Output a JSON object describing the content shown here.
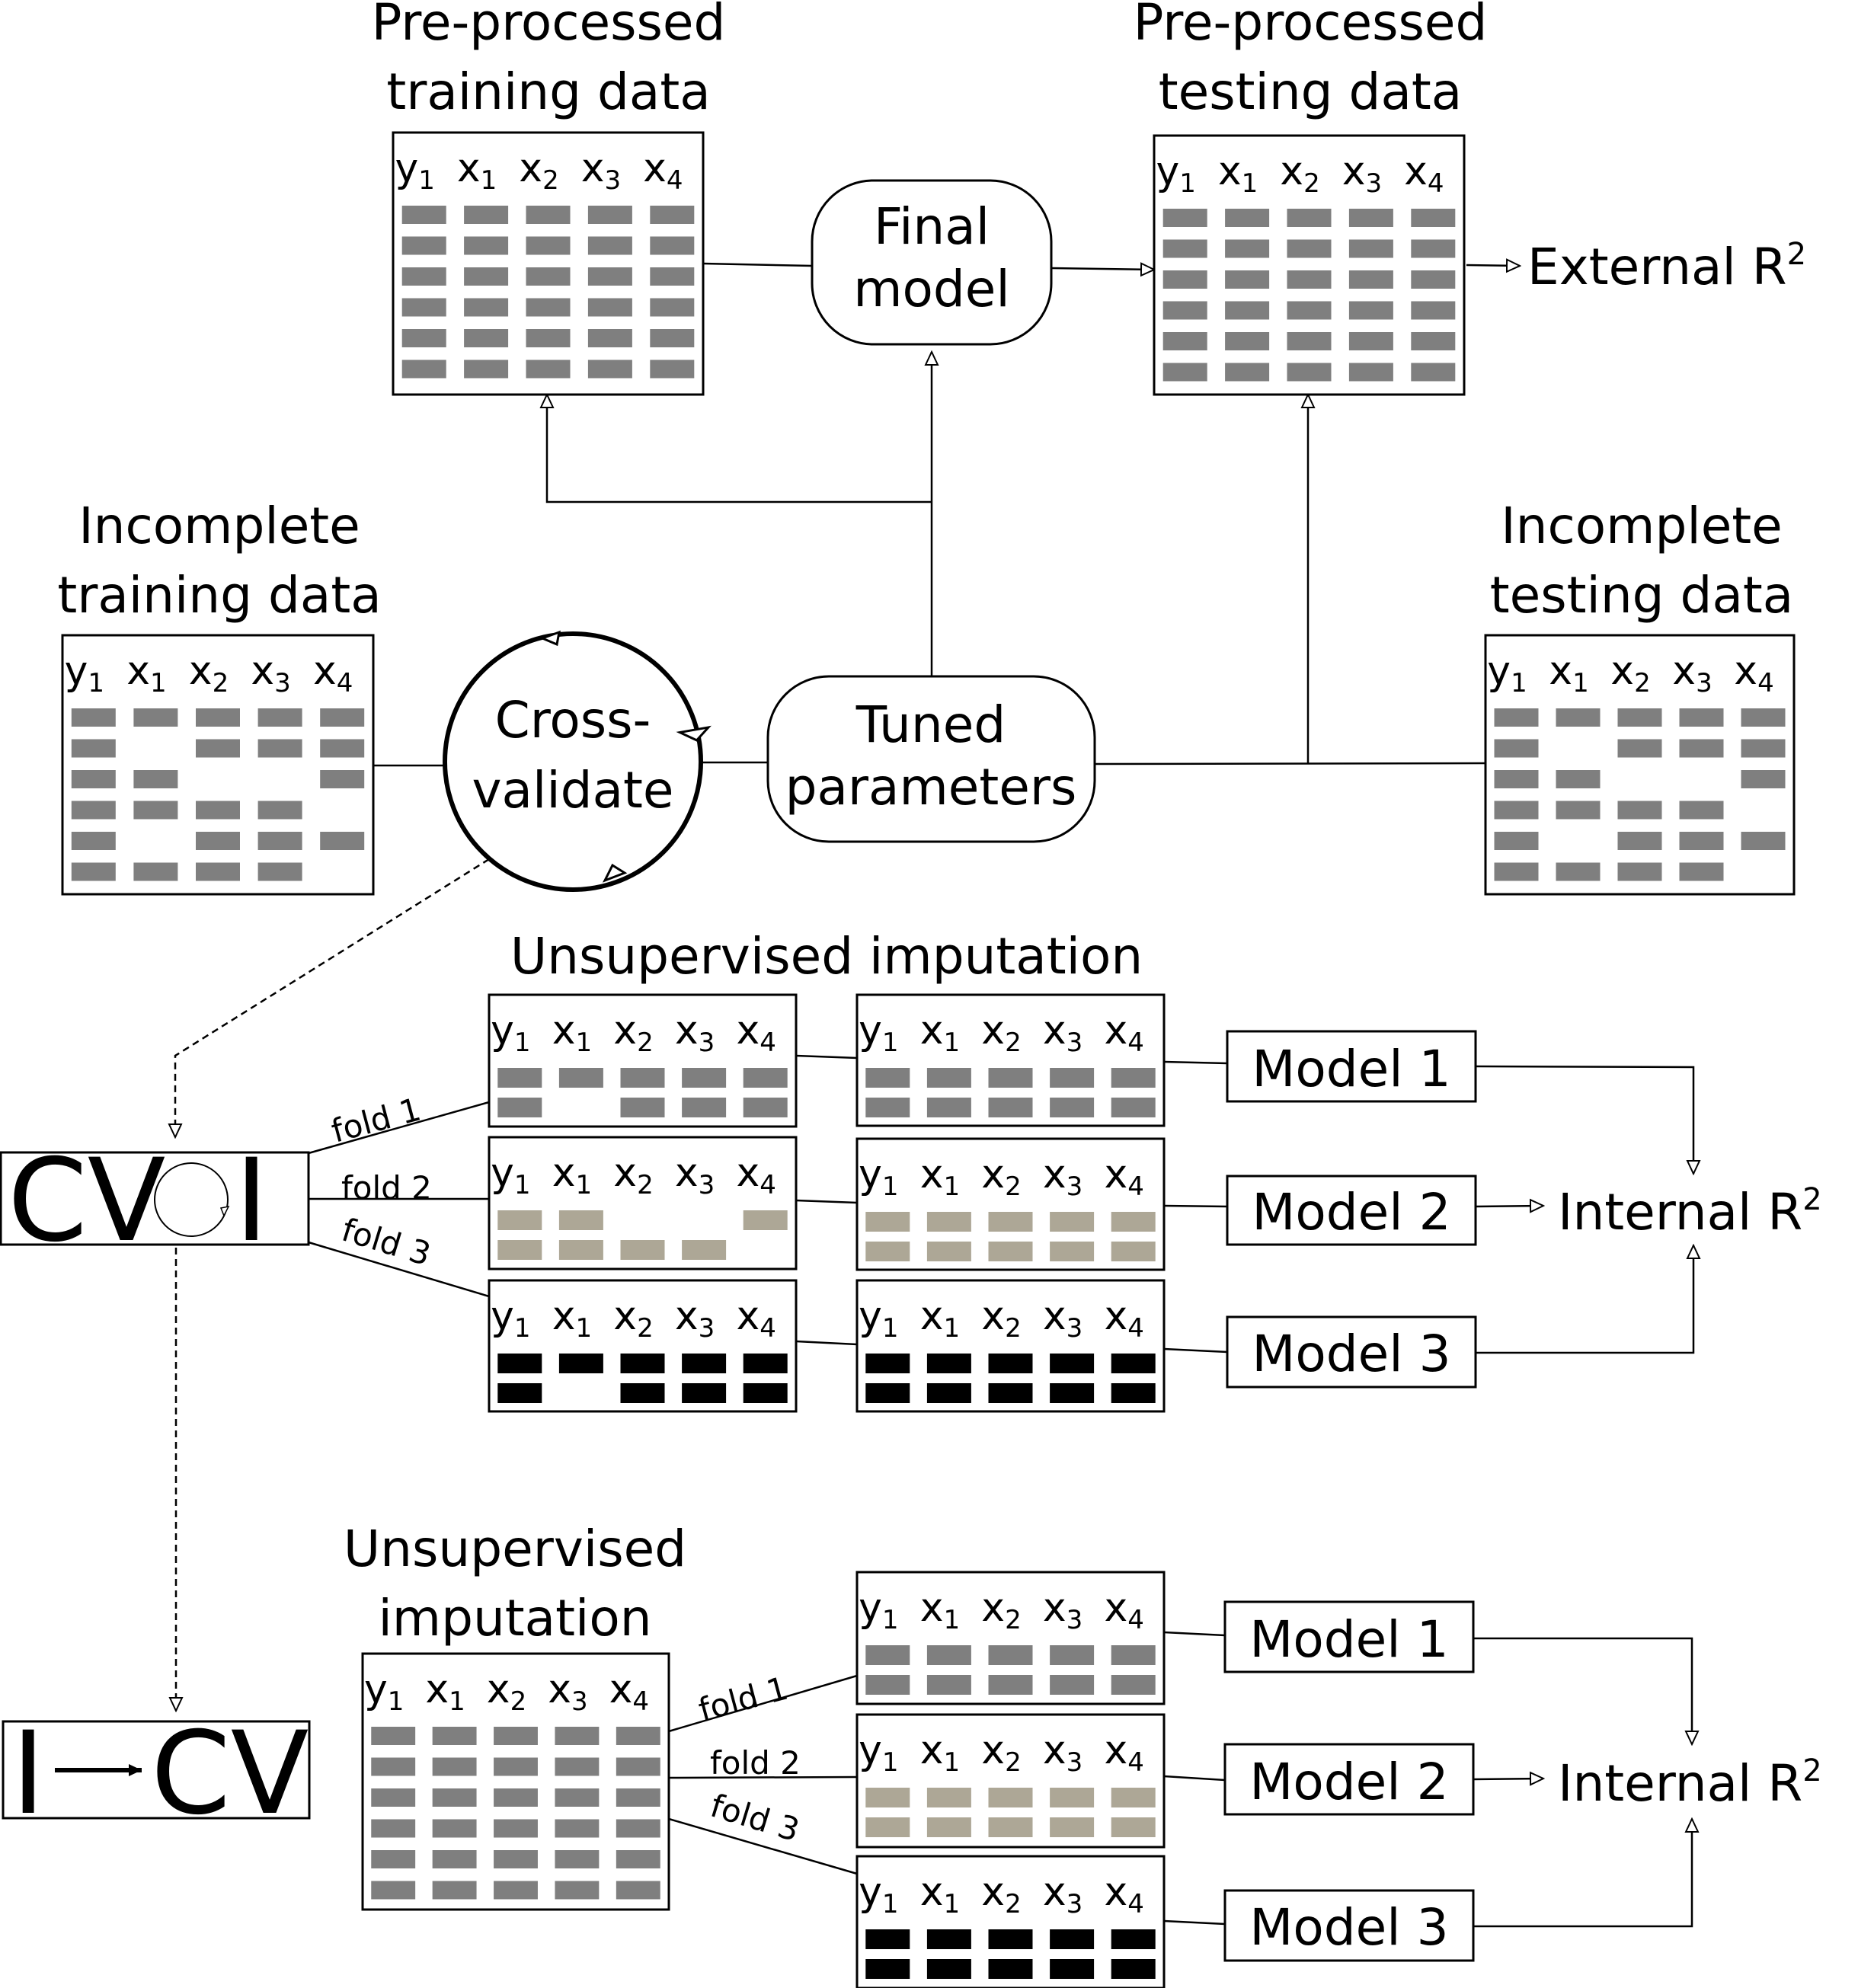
{
  "colors": {
    "gray_cell": "#7f7f7f",
    "tan_cell": "#ada796",
    "black_cell": "#000000",
    "line": "#000000",
    "background": "#ffffff"
  },
  "header_vars": [
    {
      "base": "y",
      "sub": "1"
    },
    {
      "base": "x",
      "sub": "1"
    },
    {
      "base": "x",
      "sub": "2"
    },
    {
      "base": "x",
      "sub": "3"
    },
    {
      "base": "x",
      "sub": "4"
    }
  ],
  "titles": {
    "preprocessed_training": [
      "Pre-processed",
      "training data"
    ],
    "preprocessed_testing": [
      "Pre-processed",
      "testing data"
    ],
    "incomplete_training": [
      "Incomplete",
      "training data"
    ],
    "incomplete_testing": [
      "Incomplete",
      "testing data"
    ],
    "unsupervised_imputation_1": "Unsupervised imputation",
    "unsupervised_imputation_2": [
      "Unsupervised",
      "imputation"
    ]
  },
  "nodes": {
    "final_model": [
      "Final",
      "model"
    ],
    "cross_validate": [
      "Cross-",
      "validate"
    ],
    "tuned_parameters": [
      "Tuned",
      "parameters"
    ],
    "external_r2": "External R",
    "internal_r2": "Internal R",
    "r2_exponent": "2"
  },
  "models": [
    "Model 1",
    "Model 2",
    "Model 3"
  ],
  "folds": [
    "fold 1",
    "fold 2",
    "fold 3"
  ],
  "strategies": {
    "cv_i": {
      "left": "CV",
      "right": "I"
    },
    "i_cv": {
      "left": "I",
      "right": "CV"
    }
  },
  "tables": {
    "complete_6": [
      [
        1,
        1,
        1,
        1,
        1
      ],
      [
        1,
        1,
        1,
        1,
        1
      ],
      [
        1,
        1,
        1,
        1,
        1
      ],
      [
        1,
        1,
        1,
        1,
        1
      ],
      [
        1,
        1,
        1,
        1,
        1
      ],
      [
        1,
        1,
        1,
        1,
        1
      ]
    ],
    "incomplete_6": [
      [
        1,
        1,
        1,
        1,
        1
      ],
      [
        1,
        0,
        1,
        1,
        1
      ],
      [
        1,
        1,
        0,
        0,
        1
      ],
      [
        1,
        1,
        1,
        1,
        0
      ],
      [
        1,
        0,
        1,
        1,
        1
      ],
      [
        1,
        1,
        1,
        1,
        0
      ]
    ],
    "fold_incomplete_2": [
      [
        1,
        1,
        1,
        1,
        1
      ],
      [
        1,
        0,
        1,
        1,
        1
      ]
    ],
    "fold_incomplete_2b": [
      [
        1,
        1,
        0,
        0,
        1
      ],
      [
        1,
        1,
        1,
        1,
        0
      ]
    ],
    "complete_2": [
      [
        1,
        1,
        1,
        1,
        1
      ],
      [
        1,
        1,
        1,
        1,
        1
      ]
    ]
  }
}
